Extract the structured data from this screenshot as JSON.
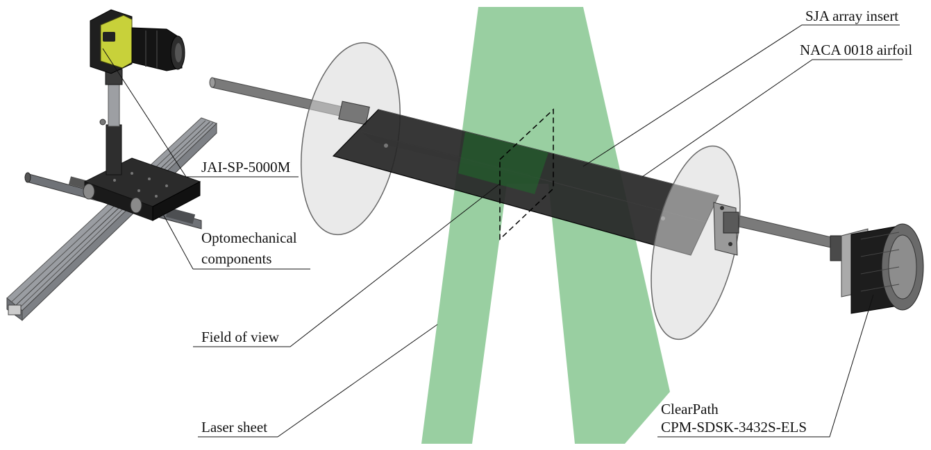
{
  "labels": {
    "camera": "JAI-SP-5000M",
    "optomech_1": "Optomechanical",
    "optomech_2": "components",
    "field_of_view": "Field of view",
    "laser_sheet": "Laser sheet",
    "sja_insert": "SJA array insert",
    "airfoil": "NACA 0018 airfoil",
    "motor_1": "ClearPath",
    "motor_2": "CPM-SDSK-3432S-ELS"
  },
  "colors": {
    "laser": "#7fc38a",
    "airfoil": "#262626",
    "disk": "#d9d9d9",
    "rod": "#7a7a7a",
    "camera_body": "#c8d13a",
    "rail": "#8a8d92",
    "leader": "#111111"
  }
}
